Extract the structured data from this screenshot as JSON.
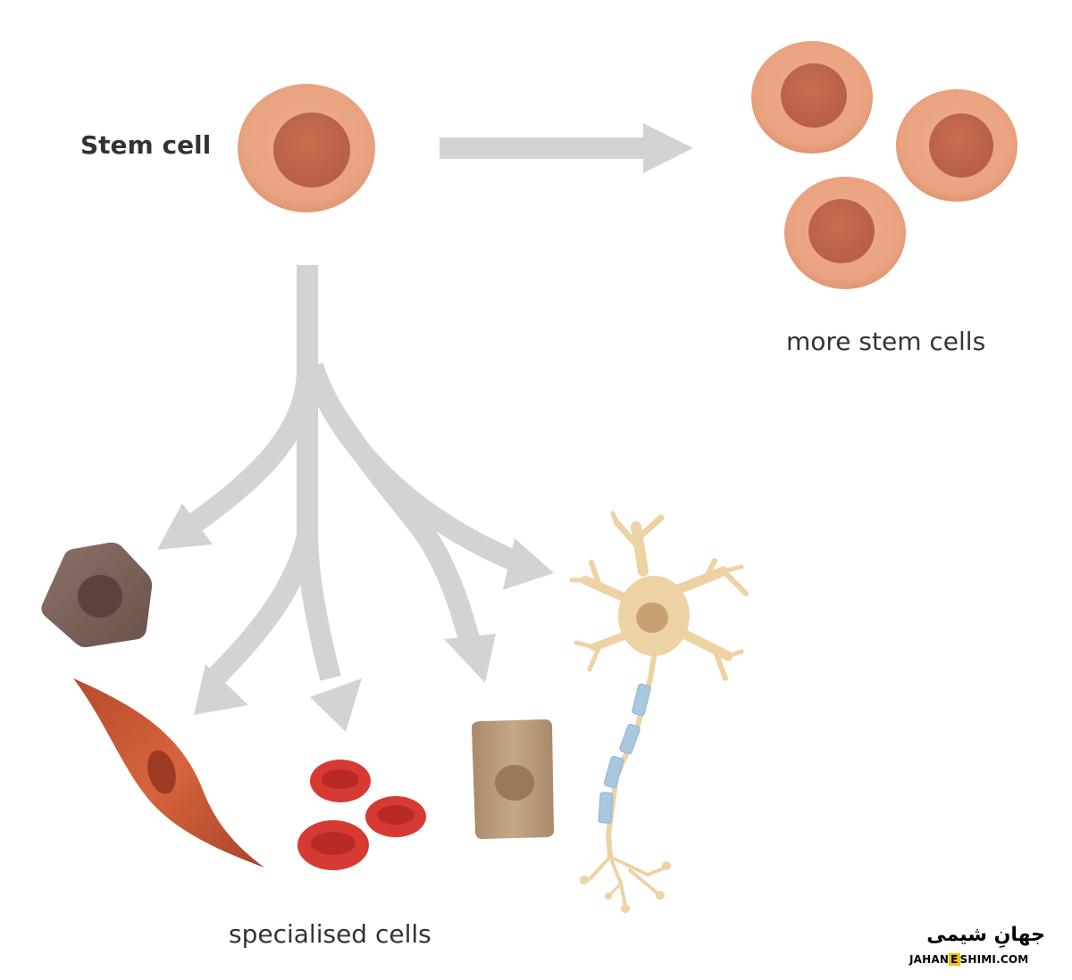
{
  "labels": {
    "stem_cell": "Stem cell",
    "more_stem_cells": "more stem cells",
    "specialised_cells": "specialised cells"
  },
  "logo": {
    "persian": "جهانِ شیمی",
    "en_prefix": "JAHAN",
    "en_highlight": "E",
    "en_suffix": "SHIMI.COM"
  },
  "colors": {
    "arrow": "#d3d3d3",
    "stem_cytoplasm": "#e9a27f",
    "stem_nucleus": "#c3684b",
    "red_blood_cell": "#d63a33",
    "muscle_cell": "#c95a35",
    "epithelial_cell": "#b89a7a",
    "dark_cell": "#7a6158",
    "neuron": "#edd2a4",
    "myelin": "#a8c8e0",
    "logo_accent": "#f2c200"
  },
  "cells": {
    "stem": "stem-cell",
    "more": [
      "stem-cell",
      "stem-cell",
      "stem-cell"
    ],
    "specialised": [
      "dark-pentagonal-cell",
      "muscle-cell",
      "red-blood-cells",
      "epithelial-cell",
      "nerve-cell"
    ]
  }
}
